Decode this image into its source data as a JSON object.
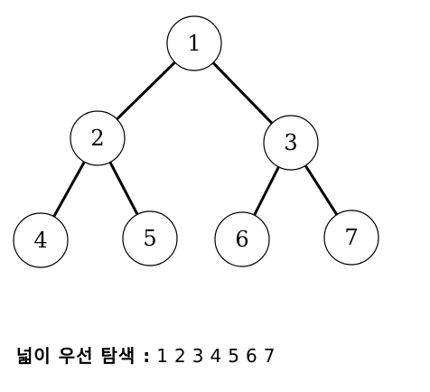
{
  "tree": {
    "nodes": [
      {
        "id": "1",
        "label": "1"
      },
      {
        "id": "2",
        "label": "2"
      },
      {
        "id": "3",
        "label": "3"
      },
      {
        "id": "4",
        "label": "4"
      },
      {
        "id": "5",
        "label": "5"
      },
      {
        "id": "6",
        "label": "6"
      },
      {
        "id": "7",
        "label": "7"
      }
    ],
    "edges": [
      {
        "from": "1",
        "to": "2"
      },
      {
        "from": "1",
        "to": "3"
      },
      {
        "from": "2",
        "to": "4"
      },
      {
        "from": "2",
        "to": "5"
      },
      {
        "from": "3",
        "to": "6"
      },
      {
        "from": "3",
        "to": "7"
      }
    ]
  },
  "caption": {
    "label": "넓이 우선 탐색 :",
    "order": [
      "1",
      "2",
      "3",
      "4",
      "5",
      "6",
      "7"
    ]
  }
}
